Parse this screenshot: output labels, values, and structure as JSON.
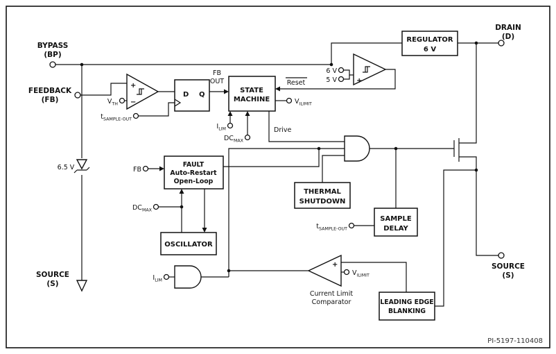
{
  "diagram": {
    "part_number": "PI-5197-110408",
    "pins": {
      "bypass": {
        "name": "BYPASS",
        "designator": "(BP)"
      },
      "feedback": {
        "name": "FEEDBACK",
        "designator": "(FB)"
      },
      "drain": {
        "name": "DRAIN",
        "designator": "(D)"
      },
      "source_left": {
        "name": "SOURCE",
        "designator": "(S)"
      },
      "source_right": {
        "name": "SOURCE",
        "designator": "(S)"
      }
    },
    "blocks": {
      "regulator": {
        "line1": "REGULATOR",
        "line2": "6 V"
      },
      "state_machine": {
        "line1": "STATE",
        "line2": "MACHINE"
      },
      "flip_flop": {
        "d": "D",
        "q": "Q"
      },
      "fault": {
        "line1": "FAULT",
        "line2": "Auto-Restart",
        "line3": "Open-Loop"
      },
      "oscillator": {
        "line1": "OSCILLATOR"
      },
      "thermal": {
        "line1": "THERMAL",
        "line2": "SHUTDOWN"
      },
      "sample_delay": {
        "line1": "SAMPLE",
        "line2": "DELAY"
      },
      "leading_edge": {
        "line1": "LEADING EDGE",
        "line2": "BLANKING"
      },
      "current_limit_comparator": {
        "line1": "Current Limit",
        "line2": "Comparator"
      }
    },
    "signals": {
      "vth": {
        "base": "V",
        "sub": "TH"
      },
      "tsample_ff": {
        "base": "t",
        "sub": "SAMPLE-OUT"
      },
      "tsample_sd": {
        "base": "t",
        "sub": "SAMPLE-OUT"
      },
      "ilim_sm": {
        "base": "I",
        "sub": "LIM"
      },
      "ilim_and": {
        "base": "I",
        "sub": "LIM"
      },
      "dcmax_sm": {
        "base": "DC",
        "sub": "MAX"
      },
      "dcmax_fault": {
        "base": "DC",
        "sub": "MAX"
      },
      "vilimit_sm": {
        "base": "V",
        "sub": "ILIMIT"
      },
      "vilimit_comp": {
        "base": "V",
        "sub": "ILIMIT"
      },
      "fb_out": {
        "line1": "FB",
        "line2": "OUT"
      },
      "fb_fault": "FB",
      "reset": "Reset",
      "drive": "Drive",
      "reg_6v": "6 V",
      "reg_5v": "5 V",
      "zener": "6.5 V",
      "plus_fb": "+",
      "minus_fb": "−",
      "plus_reg": "+",
      "plus_clc": "+"
    },
    "colors": {
      "ink": "#111111",
      "background": "#ffffff"
    }
  }
}
